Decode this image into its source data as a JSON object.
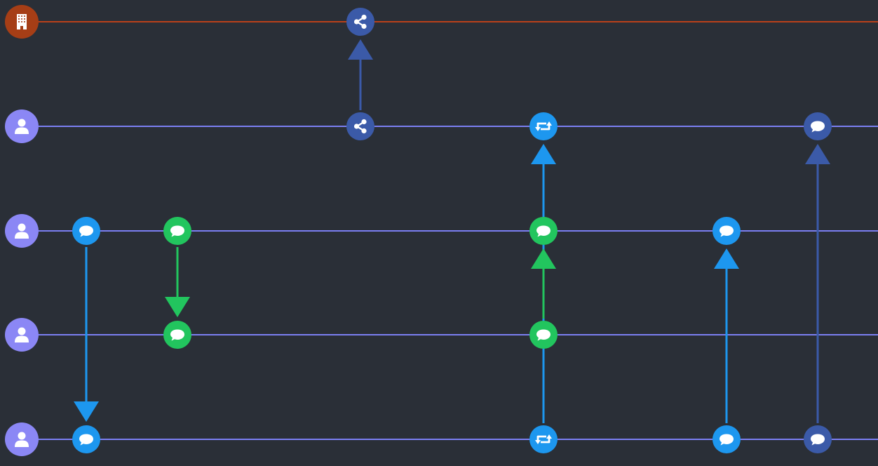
{
  "colors": {
    "background": "#2a2f37",
    "org_lane": "#b9401a",
    "org_avatar": "#a63e16",
    "user_lane": "#7b7ff2",
    "user_avatar": "#8b87f5",
    "share_blue": "#3b5aa8",
    "twitter_blue": "#1d97ef",
    "whatsapp_green": "#22c55e",
    "dark_blue": "#3b5aa8",
    "icon_fg": "#ffffff"
  },
  "lanes": [
    {
      "id": "org",
      "kind": "organization",
      "avatar_icon": "building-icon"
    },
    {
      "id": "user-1",
      "kind": "person",
      "avatar_icon": "user-icon"
    },
    {
      "id": "user-2",
      "kind": "person",
      "avatar_icon": "user-icon"
    },
    {
      "id": "user-3",
      "kind": "person",
      "avatar_icon": "user-icon"
    },
    {
      "id": "user-4",
      "kind": "person",
      "avatar_icon": "user-icon"
    }
  ],
  "events": [
    {
      "id": "e1",
      "lane": "org",
      "step": 4,
      "icon": "share-icon",
      "color": "share_blue"
    },
    {
      "id": "e2",
      "lane": "user-1",
      "step": 4,
      "icon": "share-icon",
      "color": "share_blue"
    },
    {
      "id": "e3",
      "lane": "user-1",
      "step": 6,
      "icon": "retweet-icon",
      "color": "twitter_blue"
    },
    {
      "id": "e4",
      "lane": "user-1",
      "step": 9,
      "icon": "chat-icon",
      "color": "dark_blue"
    },
    {
      "id": "e5",
      "lane": "user-2",
      "step": 1,
      "icon": "chat-icon",
      "color": "twitter_blue"
    },
    {
      "id": "e6",
      "lane": "user-2",
      "step": 2,
      "icon": "chat-icon",
      "color": "whatsapp_green"
    },
    {
      "id": "e7",
      "lane": "user-2",
      "step": 6,
      "icon": "chat-icon",
      "color": "whatsapp_green"
    },
    {
      "id": "e8",
      "lane": "user-2",
      "step": 8,
      "icon": "chat-icon",
      "color": "twitter_blue"
    },
    {
      "id": "e9",
      "lane": "user-3",
      "step": 2,
      "icon": "chat-icon",
      "color": "whatsapp_green"
    },
    {
      "id": "e10",
      "lane": "user-3",
      "step": 6,
      "icon": "chat-icon",
      "color": "whatsapp_green"
    },
    {
      "id": "e11",
      "lane": "user-4",
      "step": 1,
      "icon": "chat-icon",
      "color": "twitter_blue"
    },
    {
      "id": "e12",
      "lane": "user-4",
      "step": 6,
      "icon": "retweet-icon",
      "color": "twitter_blue"
    },
    {
      "id": "e13",
      "lane": "user-4",
      "step": 8,
      "icon": "chat-icon",
      "color": "twitter_blue"
    },
    {
      "id": "e14",
      "lane": "user-4",
      "step": 9,
      "icon": "chat-icon",
      "color": "dark_blue"
    }
  ],
  "edges": [
    {
      "from": "e2",
      "to": "e1",
      "color": "share_blue"
    },
    {
      "from": "e12",
      "to": "e3",
      "color": "twitter_blue"
    },
    {
      "from": "e14",
      "to": "e4",
      "color": "dark_blue"
    },
    {
      "from": "e5",
      "to": "e11",
      "color": "twitter_blue"
    },
    {
      "from": "e6",
      "to": "e9",
      "color": "whatsapp_green"
    },
    {
      "from": "e10",
      "to": "e7",
      "color": "whatsapp_green"
    },
    {
      "from": "e13",
      "to": "e8",
      "color": "twitter_blue"
    }
  ]
}
